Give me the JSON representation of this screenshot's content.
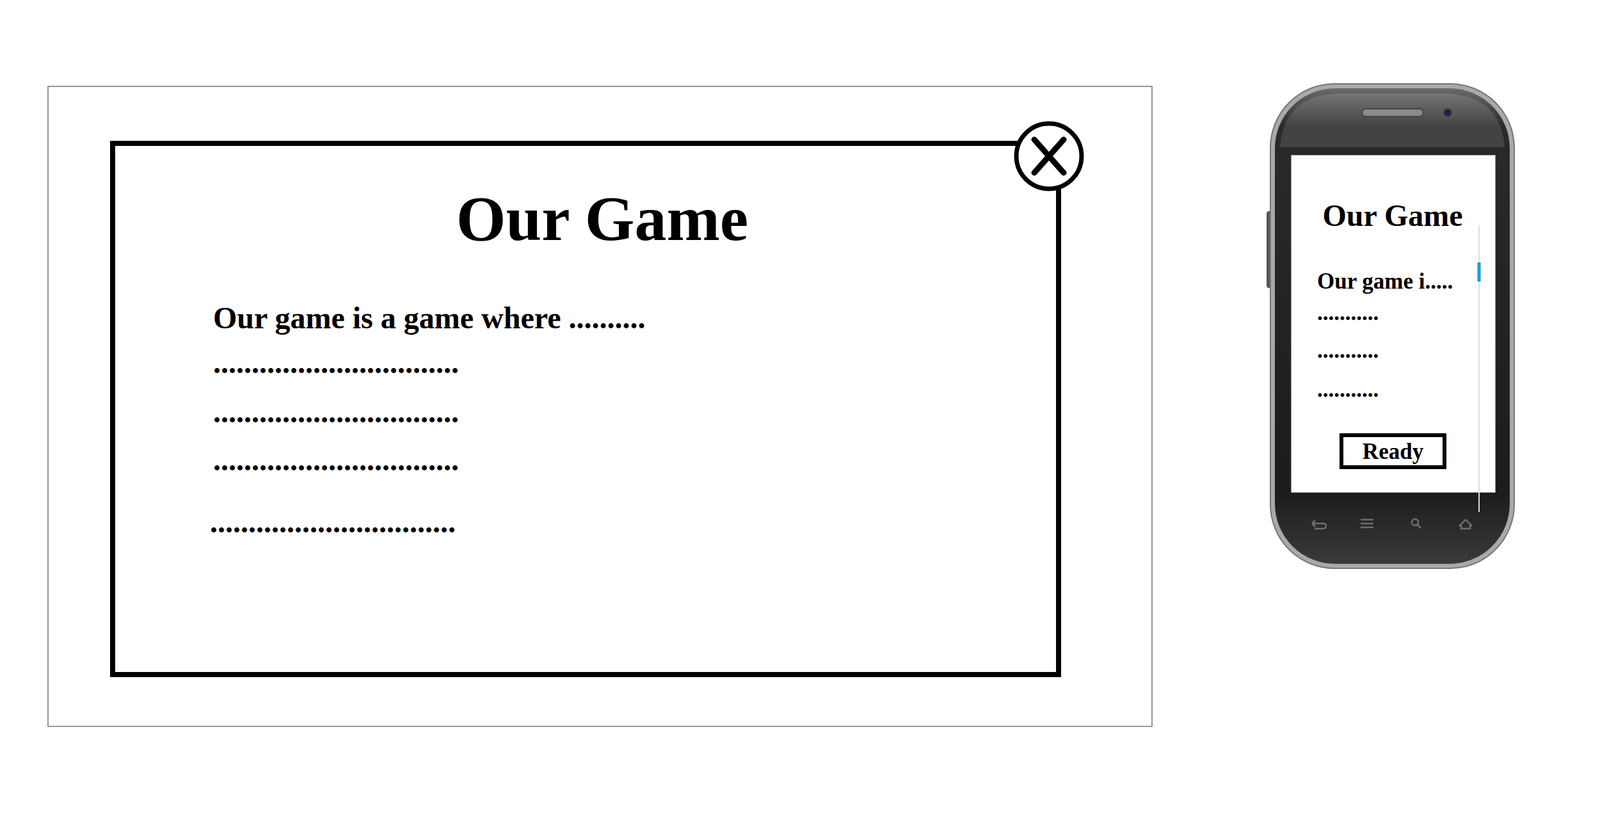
{
  "diagram": {
    "nodes": [
      {
        "text": [
          "Our Game",
          "Our game is a game where ..........",
          "................................",
          "................................",
          "................................",
          "................................"
        ]
      },
      {
        "text": [
          "Our Game",
          "Our game i.....",
          "...........",
          "...........",
          "..........."
        ]
      },
      {
        "text": [
          "Ready"
        ],
        "in": 1
      }
    ]
  }
}
